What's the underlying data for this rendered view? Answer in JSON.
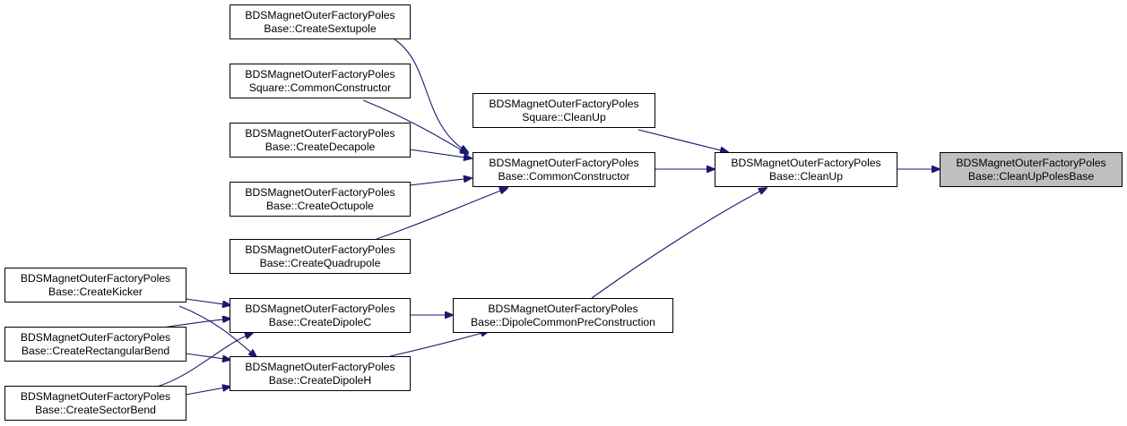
{
  "colors": {
    "edge": "#191970",
    "node_border": "#000000",
    "node_fill": "#ffffff",
    "current_fill": "#bfbfbf"
  },
  "nodes": {
    "cleanup_poles_base": {
      "line1": "BDSMagnetOuterFactoryPoles",
      "line2": "Base::CleanUpPolesBase"
    },
    "base_cleanup": {
      "line1": "BDSMagnetOuterFactoryPoles",
      "line2": "Base::CleanUp"
    },
    "square_cleanup": {
      "line1": "BDSMagnetOuterFactoryPoles",
      "line2": "Square::CleanUp"
    },
    "base_common_constructor": {
      "line1": "BDSMagnetOuterFactoryPoles",
      "line2": "Base::CommonConstructor"
    },
    "dipole_common_pre_construction": {
      "line1": "BDSMagnetOuterFactoryPoles",
      "line2": "Base::DipoleCommonPreConstruction"
    },
    "create_sextupole": {
      "line1": "BDSMagnetOuterFactoryPoles",
      "line2": "Base::CreateSextupole"
    },
    "square_common_constructor": {
      "line1": "BDSMagnetOuterFactoryPoles",
      "line2": "Square::CommonConstructor"
    },
    "create_decapole": {
      "line1": "BDSMagnetOuterFactoryPoles",
      "line2": "Base::CreateDecapole"
    },
    "create_octupole": {
      "line1": "BDSMagnetOuterFactoryPoles",
      "line2": "Base::CreateOctupole"
    },
    "create_quadrupole": {
      "line1": "BDSMagnetOuterFactoryPoles",
      "line2": "Base::CreateQuadrupole"
    },
    "create_dipole_c": {
      "line1": "BDSMagnetOuterFactoryPoles",
      "line2": "Base::CreateDipoleC"
    },
    "create_dipole_h": {
      "line1": "BDSMagnetOuterFactoryPoles",
      "line2": "Base::CreateDipoleH"
    },
    "create_kicker": {
      "line1": "BDSMagnetOuterFactoryPoles",
      "line2": "Base::CreateKicker"
    },
    "create_rectangular_bend": {
      "line1": "BDSMagnetOuterFactoryPoles",
      "line2": "Base::CreateRectangularBend"
    },
    "create_sector_bend": {
      "line1": "BDSMagnetOuterFactoryPoles",
      "line2": "Base::CreateSectorBend"
    }
  }
}
